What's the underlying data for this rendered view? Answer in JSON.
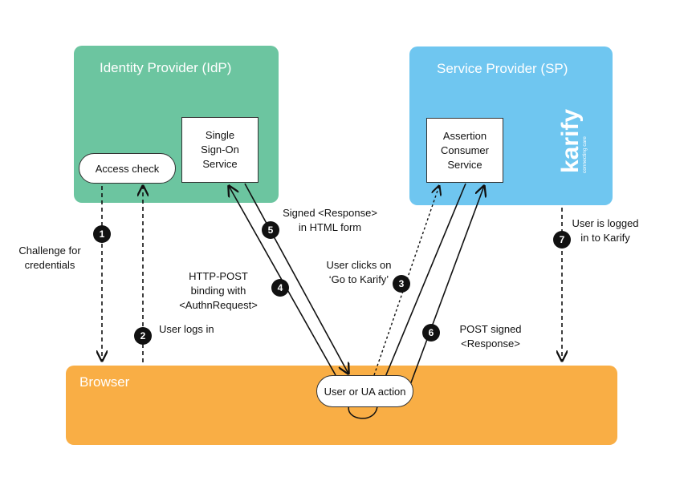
{
  "idp": {
    "title": "Identity Provider (IdP)",
    "sso": "Single\nSign-On\nService",
    "access_check": "Access check"
  },
  "sp": {
    "title": "Service Provider (SP)",
    "acs": "Assertion\nConsumer\nService",
    "logo_text": "karify",
    "logo_tagline": "connecting care"
  },
  "browser": {
    "title": "Browser",
    "ua": "User or UA action"
  },
  "steps": [
    {
      "n": "1",
      "label": "Challenge for\ncredentials"
    },
    {
      "n": "2",
      "label": "User logs in"
    },
    {
      "n": "3",
      "label": "User clicks on\n‘Go to Karify’"
    },
    {
      "n": "4",
      "label": "HTTP-POST\nbinding with\n<AuthnRequest>"
    },
    {
      "n": "5",
      "label": "Signed <Response>\nin HTML form"
    },
    {
      "n": "6",
      "label": "POST signed\n<Response>"
    },
    {
      "n": "7",
      "label": "User is logged\nin to Karify"
    }
  ],
  "colors": {
    "idp": "#6cc5a0",
    "sp": "#6fc6f0",
    "browser": "#f9ae45"
  }
}
